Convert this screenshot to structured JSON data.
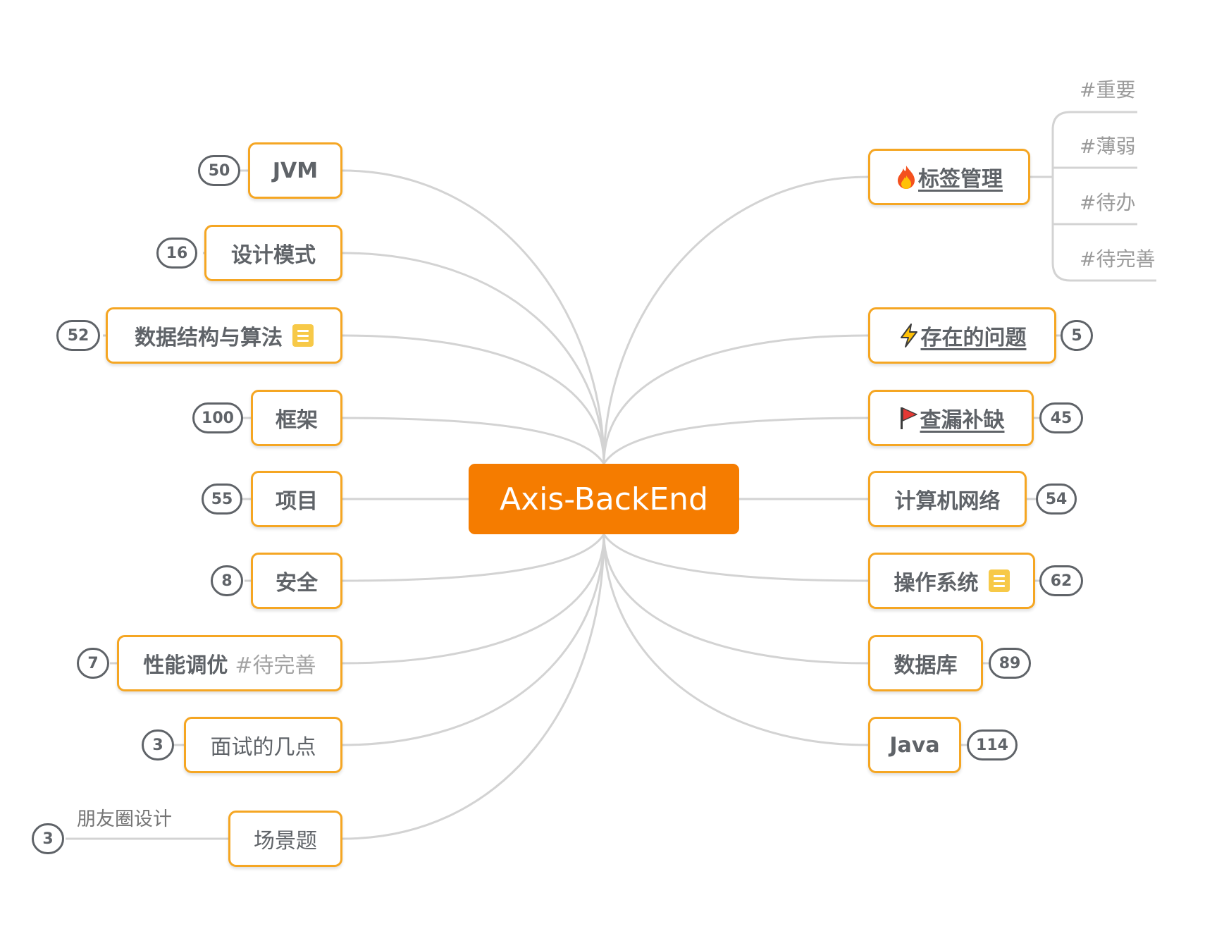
{
  "root": {
    "label": "Axis-BackEnd"
  },
  "left_branches": [
    {
      "label": "JVM",
      "count": "50"
    },
    {
      "label": "设计模式",
      "count": "16"
    },
    {
      "label": "数据结构与算法",
      "count": "52",
      "icon": "note-icon"
    },
    {
      "label": "框架",
      "count": "100"
    },
    {
      "label": "项目",
      "count": "55"
    },
    {
      "label": "安全",
      "count": "8"
    },
    {
      "label": "性能调优",
      "tag": "#待完善",
      "count": "7"
    },
    {
      "label": "面试的几点",
      "count": "3"
    },
    {
      "label": "场景题",
      "count": "3",
      "child": "朋友圈设计"
    }
  ],
  "right_branches": [
    {
      "label": "标签管理",
      "icon": "fire-icon",
      "tags": [
        "#重要",
        "#薄弱",
        "#待办",
        "#待完善"
      ]
    },
    {
      "label": "存在的问题",
      "icon": "lightning-icon",
      "count": "5"
    },
    {
      "label": "查漏补缺",
      "icon": "red-flag-icon",
      "count": "45"
    },
    {
      "label": "计算机网络",
      "count": "54"
    },
    {
      "label": "操作系统",
      "count": "62",
      "icon": "note-icon"
    },
    {
      "label": "数据库",
      "count": "89"
    },
    {
      "label": "Java",
      "count": "114"
    }
  ],
  "colors": {
    "root_fill": "#f57c00",
    "node_border": "#f5a623",
    "link": "#d3d3d3",
    "badge_border": "#5f6368",
    "text": "#5f6368",
    "tag_text": "#9a9a9a",
    "note_icon": "#f7c948"
  }
}
